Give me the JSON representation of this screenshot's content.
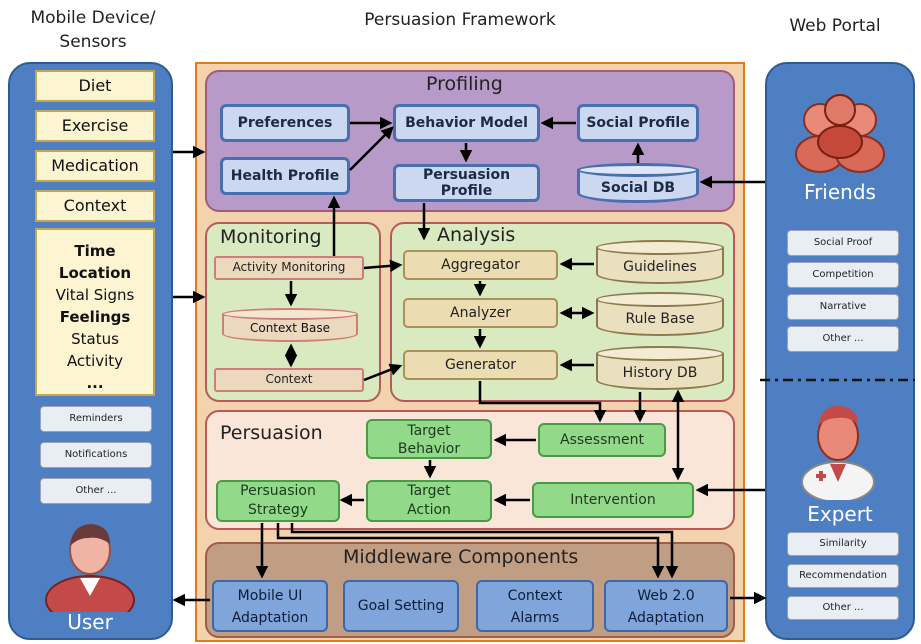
{
  "headers": {
    "mobile": [
      "Mobile Device/",
      "Sensors"
    ],
    "framework": "Persuasion Framework",
    "portal": "Web Portal"
  },
  "mobile": {
    "inputs": [
      "Diet",
      "Exercise",
      "Medication",
      "Context"
    ],
    "context_items": [
      "Time",
      "Location",
      "Vital Signs",
      "Feelings",
      "Status",
      "Activity",
      "..."
    ],
    "outputs": [
      "Reminders",
      "Notifications",
      "Other ..."
    ],
    "user_label": "User"
  },
  "portal": {
    "friends_label": "Friends",
    "friends_items": [
      "Social Proof",
      "Competition",
      "Narrative",
      "Other ..."
    ],
    "expert_label": "Expert",
    "expert_items": [
      "Similarity",
      "Recommendation",
      "Other ..."
    ]
  },
  "profiling": {
    "title": "Profiling",
    "preferences": "Preferences",
    "behavior_model": "Behavior Model",
    "social_profile": "Social Profile",
    "health_profile": "Health Profile",
    "persuasion_profile": "Persuasion Profile",
    "social_db": "Social DB"
  },
  "monitoring": {
    "title": "Monitoring",
    "activity_monitoring": "Activity Monitoring",
    "context_base": "Context Base",
    "context": "Context"
  },
  "analysis": {
    "title": "Analysis",
    "aggregator": "Aggregator",
    "analyzer": "Analyzer",
    "generator": "Generator",
    "guidelines": "Guidelines",
    "rule_base": "Rule Base",
    "history_db": "History DB"
  },
  "persuasion": {
    "title": "Persuasion",
    "target_behavior": [
      "Target",
      "Behavior"
    ],
    "assessment": "Assessment",
    "persuasion_strategy": [
      "Persuasion",
      "Strategy"
    ],
    "target_action": [
      "Target",
      "Action"
    ],
    "intervention": "Intervention"
  },
  "middleware": {
    "title": "Middleware Components",
    "mobile_ui": [
      "Mobile UI",
      "Adaptation"
    ],
    "goal_setting": "Goal Setting",
    "context_alarms": [
      "Context",
      "Alarms"
    ],
    "web20": [
      "Web 2.0",
      "Adaptation"
    ]
  }
}
